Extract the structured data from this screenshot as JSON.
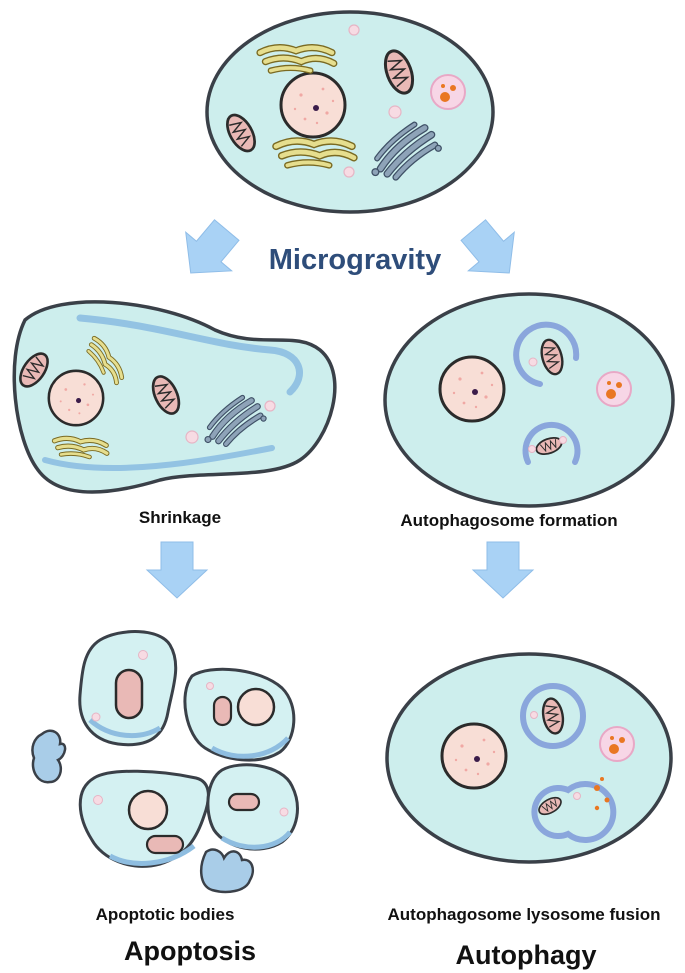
{
  "labels": {
    "microgravity": "Microgravity",
    "shrinkage": "Shrinkage",
    "autophagosome_formation": "Autophagosome formation",
    "apoptotic_bodies": "Apoptotic bodies",
    "autophagosome_lysosome_fusion": "Autophagosome lysosome fusion",
    "apoptosis": "Apoptosis",
    "autophagy": "Autophagy"
  },
  "colors": {
    "cytoplasm": "#cdeeed",
    "membrane": "#3a4048",
    "arrow": "#a9d2f5",
    "vesicle_ring": "#8aa6dc",
    "nucleus": "#f8ded6",
    "mitochondria": "#e9b9b6",
    "golgi": "#8ea3b8",
    "er": "#e6de8e",
    "lysosome_dot": "#e97722",
    "title": "#2e4d7a"
  }
}
